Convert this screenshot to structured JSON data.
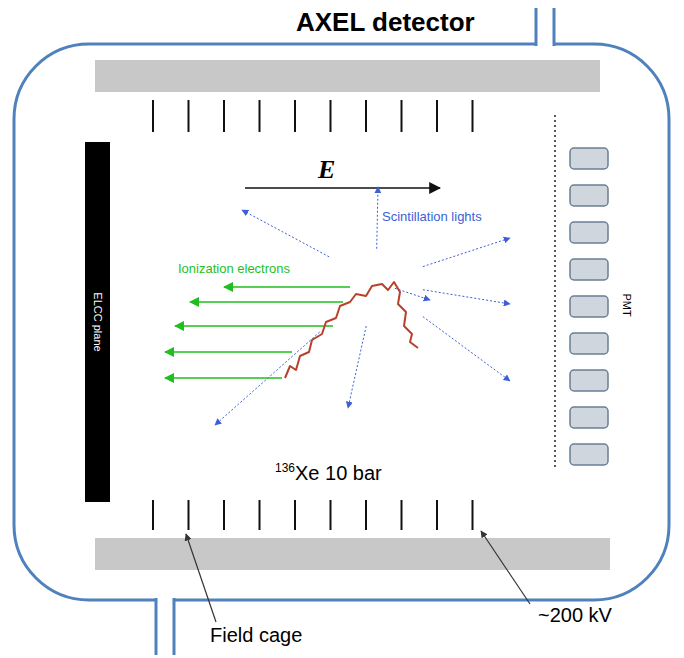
{
  "diagram": {
    "title": "AXEL detector",
    "nodes": [
      {
        "text": [
          "ELCC plane"
        ]
      }
    ],
    "labels": [
      "E",
      "Scintillation lights",
      "Ionization electrons",
      "136Xe 10 bar",
      "PMT",
      "~200 kV",
      "Field cage"
    ]
  }
}
